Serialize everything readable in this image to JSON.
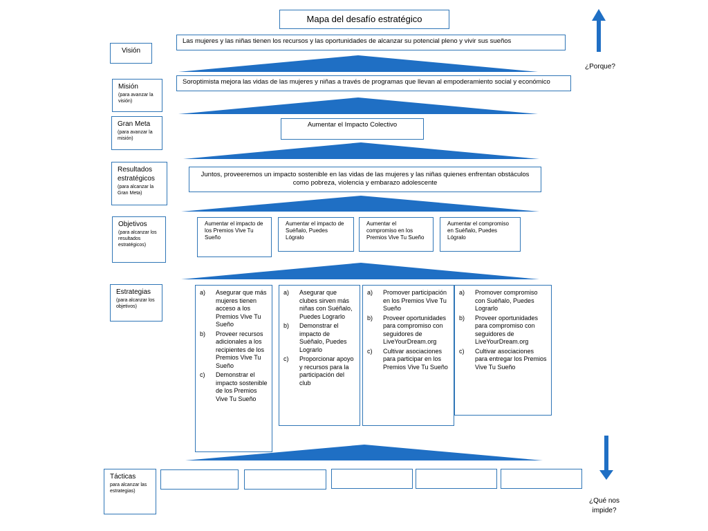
{
  "title": "Mapa del desafío estratégico",
  "side": {
    "up_label": "¿Porque?",
    "down_label_1": "¿Qué nos",
    "down_label_2": "impide?"
  },
  "levels": {
    "vision": {
      "label": "Visión",
      "sub": "",
      "statement": "Las mujeres y las niñas tienen los recursos y las oportunidades de alcanzar su potencial pleno y vivir sus sueños"
    },
    "mision": {
      "label": "Misión",
      "sub": "(para avanzar la visión)",
      "statement": "Soroptimista mejora las vidas de las mujeres y niñas a través de programas que llevan al empoderamiento social y económico"
    },
    "gran_meta": {
      "label": "Gran Meta",
      "sub": "(para avanzar la misión)",
      "statement": "Aumentar el Impacto Colectivo"
    },
    "resultados": {
      "label": "Resultados estratégicos",
      "sub": "(para alcanzar la Gran Meta)",
      "statement": "Juntos, proveeremos un impacto sostenible en las vidas de las mujeres y las niñas quienes enfrentan obstáculos como pobreza, violencia y embarazo adolescente"
    },
    "objetivos": {
      "label": "Objetivos",
      "sub": "(para alcanzar los resultados estratégicos)",
      "items": [
        "Aumentar el impacto de los Premios Vive Tu Sueño",
        "Aumentar el impacto de Suéñalo, Puedes Lógralo",
        "Aumentar el compromiso en los Premios Vive Tu Sueño",
        "Aumentar el compromiso en Suéñalo, Puedes Lógralo"
      ]
    },
    "estrategias": {
      "label": "Estrategias",
      "sub": "(para alcanzar los objetivos)",
      "columns": [
        [
          {
            "marker": "a)",
            "text": "Asegurar que más mujeres tienen acceso a los Premios Vive Tu Sueño"
          },
          {
            "marker": "b)",
            "text": "Proveer recursos adicionales a los recipientes de los Premios Vive Tu Sueño"
          },
          {
            "marker": "c)",
            "text": "Demonstrar el impacto sostenible de los Premios Vive Tu Sueño"
          }
        ],
        [
          {
            "marker": "a)",
            "text": "Asegurar que clubes sirven más niñas con Suéñalo, Puedes Lograrlo"
          },
          {
            "marker": "b)",
            "text": "Demonstrar el impacto de Suéñalo, Puedes Lograrlo"
          },
          {
            "marker": "c)",
            "text": "Proporcionar apoyo y recursos para la participación del club"
          }
        ],
        [
          {
            "marker": "a)",
            "text": "Promover participación en los Premios Vive Tu Sueño"
          },
          {
            "marker": "b)",
            "text": "Proveer oportunidades para compromiso con seguidores de LiveYourDream.org"
          },
          {
            "marker": "c)",
            "text": "Cultivar asociaciones para participar en los Premios Vive Tu Sueño"
          }
        ],
        [
          {
            "marker": "a)",
            "text": "Promover compromiso con Suéñalo, Puedes Lograrlo"
          },
          {
            "marker": "b)",
            "text": "Proveer oportunidades para compromiso con seguidores de LiveYourDream.org"
          },
          {
            "marker": "c)",
            "text": "Cultivar asociaciones para entregar los Premios Vive Tu Sueño"
          }
        ]
      ]
    },
    "tacticas": {
      "label": "Tácticas",
      "sub": "para alcanzar las estrategias)"
    }
  },
  "colors": {
    "accent": "#1f6fc4",
    "border": "#2e75b6"
  }
}
